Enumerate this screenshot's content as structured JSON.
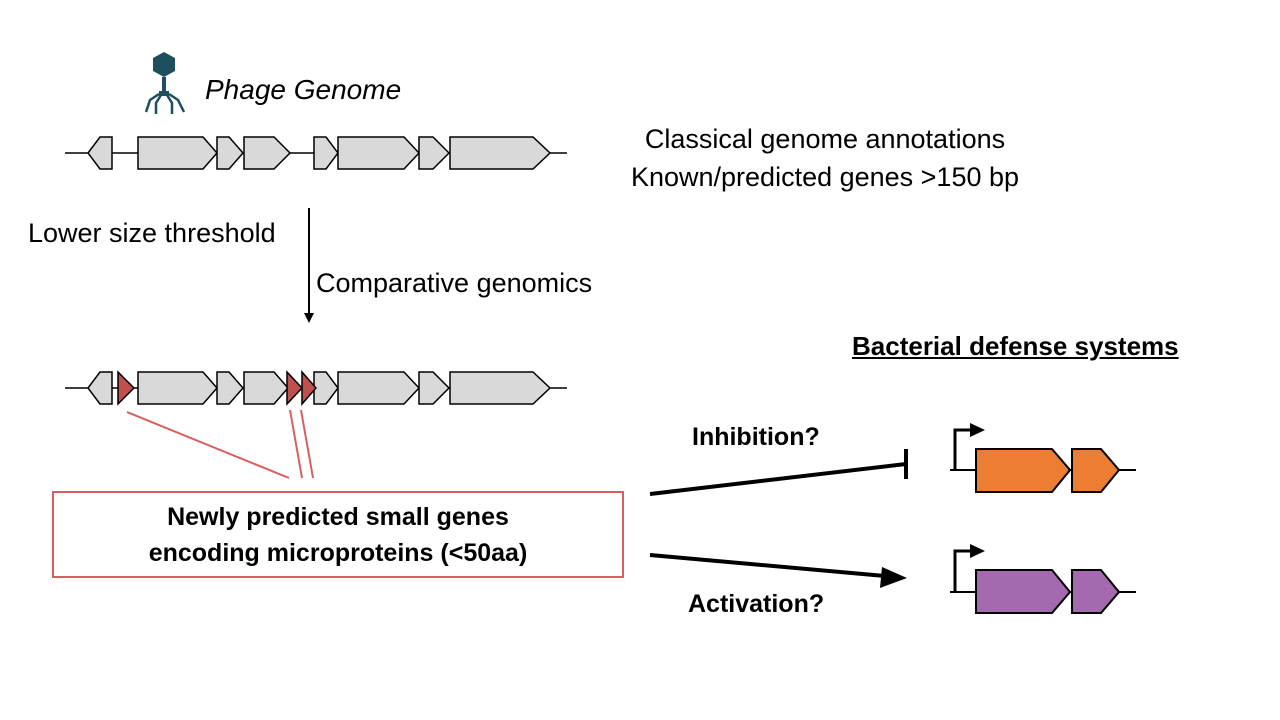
{
  "phage_label": "Phage Genome",
  "classical": {
    "line1": "Classical genome annotations",
    "line2": "Known/predicted genes >150 bp"
  },
  "steps": {
    "lower": "Lower size threshold",
    "comparative": "Comparative genomics"
  },
  "new_genes_box": {
    "line1": "Newly predicted small genes",
    "line2": "encoding microproteins (<50aa)"
  },
  "defense_title": "Bacterial defense systems",
  "interactions": {
    "inhibition": "Inhibition?",
    "activation": "Activation?"
  },
  "colors": {
    "gene_fill": "#d9d9d9",
    "small_gene": "#c0504d",
    "connector": "#d65f5f",
    "defense_inhibited": "#ed7d31",
    "defense_activated": "#a569b0",
    "phage_icon": "#1f4e5f"
  },
  "icons": [
    "phage-icon",
    "promoter-arrow-icon"
  ]
}
